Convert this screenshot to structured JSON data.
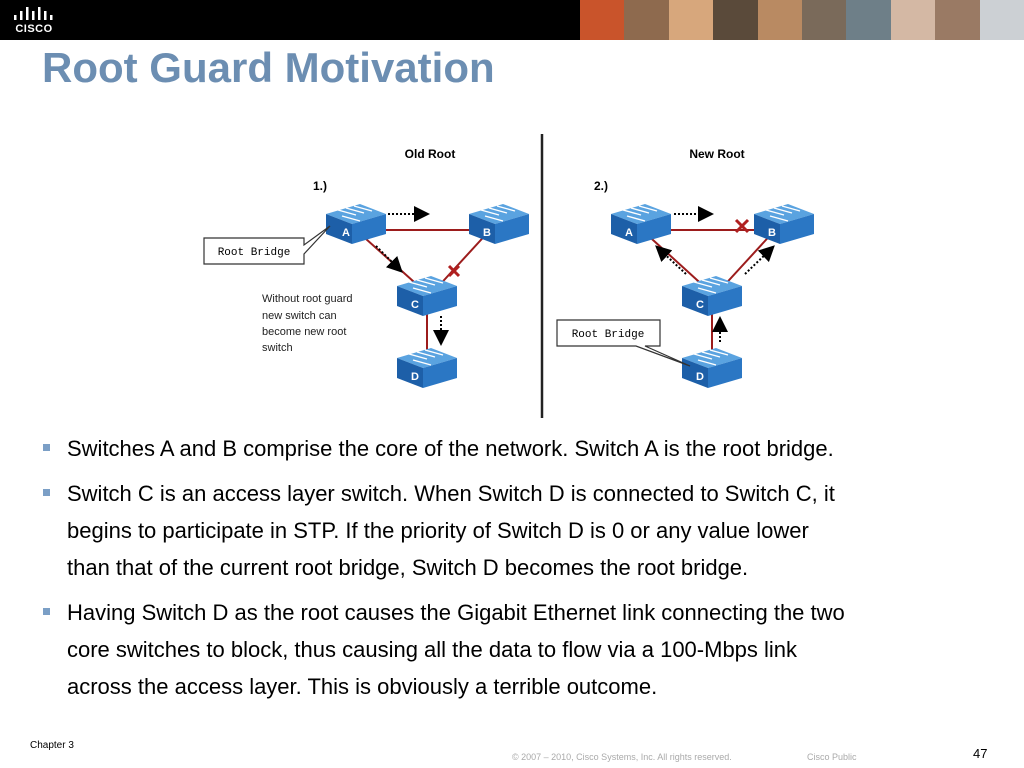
{
  "header": {
    "logo_text": "CISCO",
    "photo_colors": [
      "#c9542b",
      "#8e6a4e",
      "#d7a77c",
      "#5a4a3a",
      "#b98a62",
      "#7a6a5a",
      "#6e7f88",
      "#d4b8a4",
      "#9a7a64",
      "#ccd0d4"
    ]
  },
  "title": "Root Guard Motivation",
  "diagram": {
    "left": {
      "heading": "Old Root",
      "step": "1.)",
      "callout": "Root Bridge",
      "note_lines": [
        "Without root guard",
        "new switch can",
        "become new root",
        "switch"
      ],
      "switch_labels": [
        "A",
        "B",
        "C",
        "D"
      ]
    },
    "right": {
      "heading": "New Root",
      "step": "2.)",
      "callout": "Root Bridge",
      "switch_labels": [
        "A",
        "B",
        "C",
        "D"
      ]
    },
    "colors": {
      "switch": "#1f6fb8",
      "link": "#9c1c1c",
      "blocked": "#b02020"
    }
  },
  "bullets": [
    {
      "lines": [
        "Switches A and B comprise the core of the network. Switch A is the root bridge."
      ]
    },
    {
      "lines": [
        "Switch C is an access layer switch. When Switch D is connected to Switch C, it",
        "begins to participate in STP. If the priority of Switch D is 0 or any value lower",
        "than that of the current root bridge, Switch D becomes the root bridge."
      ]
    },
    {
      "lines": [
        "Having Switch D as the root causes the Gigabit Ethernet link connecting the two",
        "core switches to block, thus causing all the data to flow via a 100-Mbps link",
        "across the access layer. This is obviously a terrible outcome."
      ]
    }
  ],
  "footer": {
    "chapter": "Chapter 3",
    "copyright": "© 2007 – 2010, Cisco Systems, Inc. All rights reserved.",
    "classification": "Cisco Public",
    "page": "47"
  },
  "colors": {
    "title": "#6c8eb2",
    "bullet_mark": "#7b9fc6"
  }
}
